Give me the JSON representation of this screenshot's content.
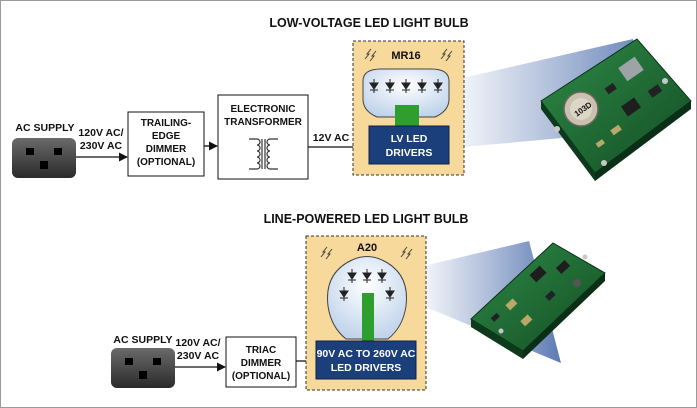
{
  "diagram": {
    "top": {
      "title": "LOW-VOLTAGE LED LIGHT BULB",
      "supply_label": "AC SUPPLY",
      "voltage_label": [
        "120V AC/",
        "230V AC"
      ],
      "dimmer_label": [
        "TRAILING-",
        "EDGE",
        "DIMMER",
        "(OPTIONAL)"
      ],
      "transformer_label": [
        "ELECTRONIC",
        "TRANSFORMER"
      ],
      "output_label": "12V AC",
      "bulb_label": "MR16",
      "driver_label": [
        "LV LED",
        "DRIVERS"
      ],
      "board_text": [
        "103D"
      ]
    },
    "bottom": {
      "title": "LINE-POWERED LED LIGHT BULB",
      "supply_label": "AC SUPPLY",
      "voltage_label": [
        "120V AC/",
        "230V AC"
      ],
      "dimmer_label": [
        "TRIAC",
        "DIMMER",
        "(OPTIONAL)"
      ],
      "bulb_label": "A20",
      "driver_label": [
        "90V AC TO 260V AC",
        "LED DRIVERS"
      ]
    },
    "colors": {
      "bulb_panel": "#f6d99b",
      "driver_box": "#1b3f7a",
      "led_stem": "#2f9e2f",
      "board_green": "#1f6b33",
      "beam": "#5d7fb8"
    }
  }
}
